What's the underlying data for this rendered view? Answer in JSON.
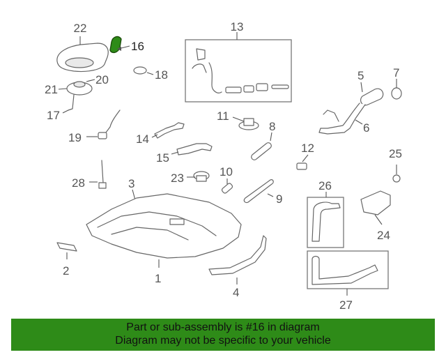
{
  "diagram": {
    "labels": [
      "22",
      "16",
      "13",
      "18",
      "20",
      "21",
      "17",
      "19",
      "14",
      "11",
      "8",
      "5",
      "7",
      "6",
      "15",
      "12",
      "25",
      "23",
      "10",
      "28",
      "3",
      "26",
      "9",
      "24",
      "2",
      "1",
      "4",
      "27"
    ],
    "highlight": "16",
    "colors": {
      "highlight": "#2e8b18",
      "lines": "#666666",
      "text": "#555555"
    }
  },
  "banner": {
    "line1": "Part or sub-assembly is #16 in diagram",
    "line2": "Diagram may not be specific to your vehicle",
    "background": "#2e8b18"
  }
}
